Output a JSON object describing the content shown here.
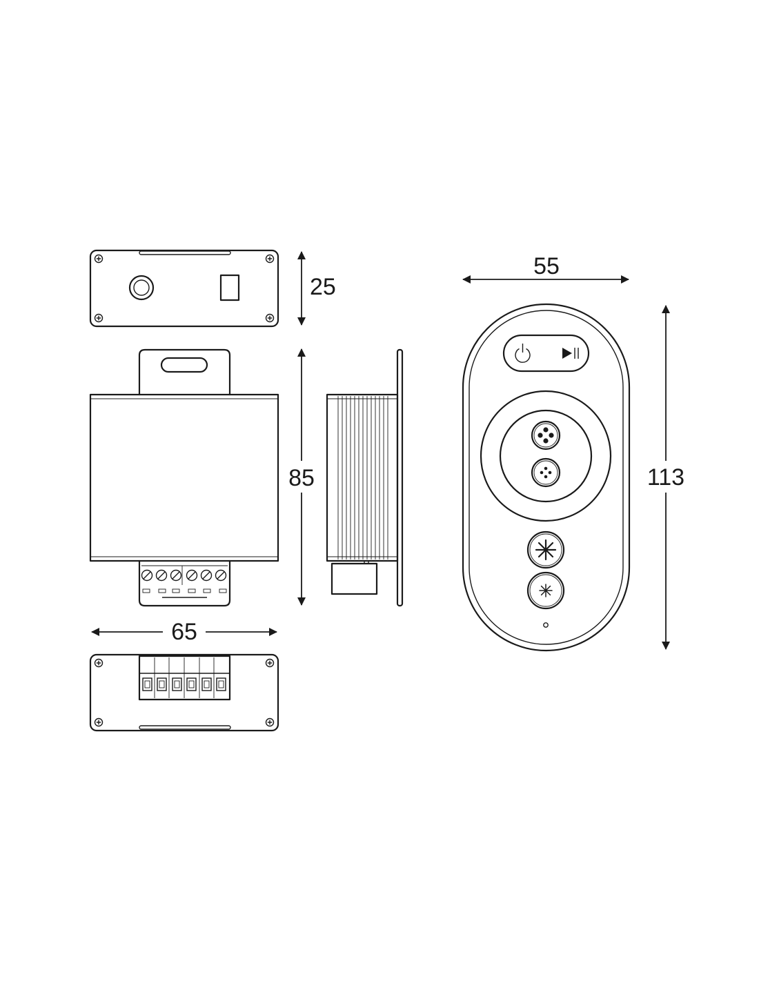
{
  "dimensions": {
    "height_top_view": "25",
    "height_front_view": "85",
    "width_controller": "65",
    "width_remote": "55",
    "height_remote": "113"
  },
  "colors": {
    "line": "#1a1a1a",
    "background": "#ffffff"
  },
  "icons": {
    "power": "power-icon",
    "play_pause": "play-pause-icon",
    "bright_mode": "large-asterisk-icon",
    "dim_mode": "small-asterisk-icon"
  }
}
